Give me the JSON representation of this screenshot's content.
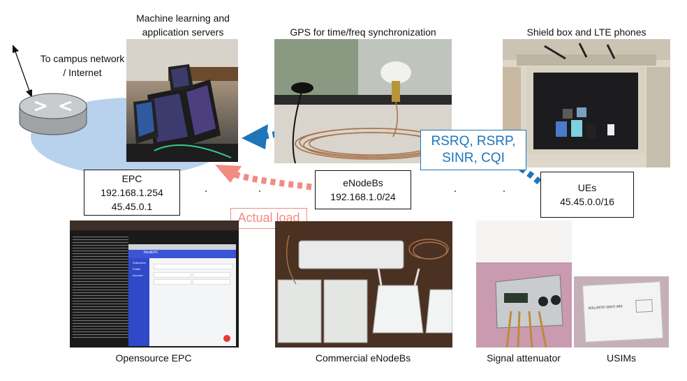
{
  "captions": {
    "servers": [
      "Machine learning and",
      "application servers"
    ],
    "gps": "GPS for time/freq synchronization",
    "shield": "Shield box and LTE phones",
    "campus": [
      "To campus network",
      "/ Internet"
    ],
    "opensource_epc": "Opensource EPC",
    "commercial_enodebs": "Commercial  eNodeBs",
    "attenuator": "Signal attenuator",
    "usims": "USIMs"
  },
  "boxes": {
    "epc": [
      "EPC",
      "192.168.1.254",
      "45.45.0.1"
    ],
    "enodebs": [
      "eNodeBs",
      "192.168.1.0/24"
    ],
    "ues": [
      "UEs",
      "45.45.0.0/16"
    ]
  },
  "callouts": {
    "metrics": [
      "RSRQ, RSRP,",
      "SINR, CQI"
    ],
    "actual_load": "Actual load"
  },
  "epc_screen": {
    "app_name": "NextEPC",
    "menu": [
      "Subscriber",
      "Profile",
      "Account"
    ]
  },
  "usim_card_text": "SIM CARD ADAPTER",
  "colors": {
    "metrics_arrow": "#1f75b8",
    "load_arrow": "#f28b82",
    "router_fill": "#b9bcbf",
    "cloud_fill": "#b8d1ec"
  }
}
